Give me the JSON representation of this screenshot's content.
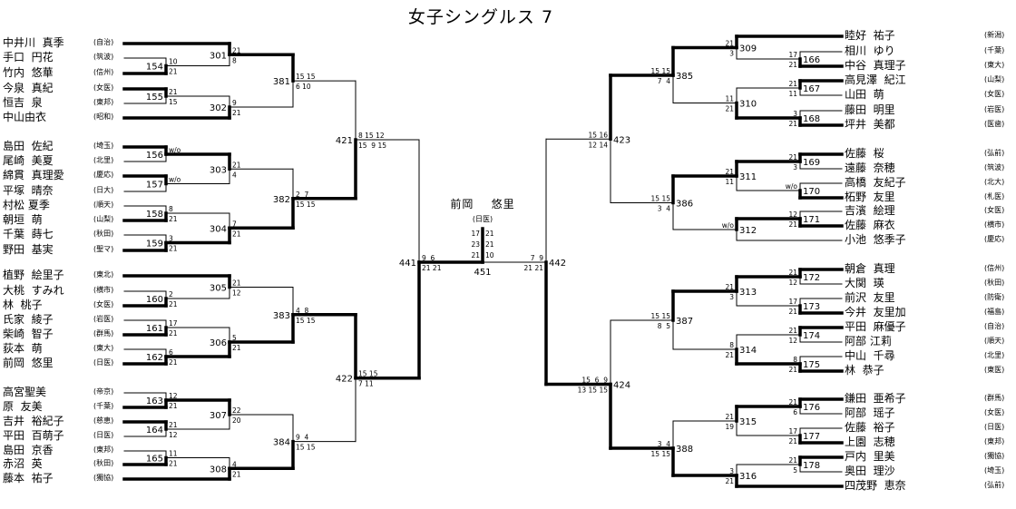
{
  "title": "女子シングルス 7",
  "left_players": [
    {
      "name": "中井川  真季",
      "school": "(自治)"
    },
    {
      "name": "手口  円花",
      "school": "(筑波)"
    },
    {
      "name": "竹内  悠華",
      "school": "(信州)"
    },
    {
      "name": "今泉  真紀",
      "school": "(女医)"
    },
    {
      "name": "恒吉  泉",
      "school": "(東邦)"
    },
    {
      "name": "中山由衣",
      "school": "(昭和)"
    },
    {
      "name": "島田  佐紀",
      "school": "(埼玉)"
    },
    {
      "name": "尾崎  美夏",
      "school": "(北里)"
    },
    {
      "name": "綿貫  真理愛",
      "school": "(慶応)"
    },
    {
      "name": "平塚  晴奈",
      "school": "(日大)"
    },
    {
      "name": "村松 夏季",
      "school": "(順天)"
    },
    {
      "name": "朝垣  萌",
      "school": "(山梨)"
    },
    {
      "name": "千葉  蒔七",
      "school": "(秋田)"
    },
    {
      "name": "野田  基実",
      "school": "(聖マ)"
    },
    {
      "name": "植野  絵里子",
      "school": "(東北)"
    },
    {
      "name": "大桃  すみれ",
      "school": "(横市)"
    },
    {
      "name": "林  桃子",
      "school": "(女医)"
    },
    {
      "name": "氏家  綾子",
      "school": "(岩医)"
    },
    {
      "name": "柴崎  智子",
      "school": "(群馬)"
    },
    {
      "name": "荻本  萌",
      "school": "(東大)"
    },
    {
      "name": "前岡  悠里",
      "school": "(日医)"
    },
    {
      "name": "高宮聖美",
      "school": "(帝京)"
    },
    {
      "name": "原  友美",
      "school": "(千葉)"
    },
    {
      "name": "吉井  裕紀子",
      "school": "(慈恵)"
    },
    {
      "name": "平田  百萌子",
      "school": "(日医)"
    },
    {
      "name": "島田  京香",
      "school": "(東邦)"
    },
    {
      "name": "赤沼  英",
      "school": "(秋田)"
    },
    {
      "name": "藤本  祐子",
      "school": "(獨協)"
    }
  ],
  "right_players": [
    {
      "name": "睦好  祐子",
      "school": "(新潟)"
    },
    {
      "name": "相川  ゆり",
      "school": "(千葉)"
    },
    {
      "name": "中谷  真理子",
      "school": "(東大)"
    },
    {
      "name": "高見澤  紀江",
      "school": "(山梨)"
    },
    {
      "name": "山田  萌",
      "school": "(女医)"
    },
    {
      "name": "藤田  明里",
      "school": "(岩医)"
    },
    {
      "name": "坪井  美都",
      "school": "(医歯)"
    },
    {
      "name": "佐藤  桜",
      "school": "(弘前)"
    },
    {
      "name": "遠藤  奈穂",
      "school": "(筑波)"
    },
    {
      "name": "高橋  友紀子",
      "school": "(北大)"
    },
    {
      "name": "柘野  友里",
      "school": "(札医)"
    },
    {
      "name": "吉濱  絵理",
      "school": "(女医)"
    },
    {
      "name": "佐藤  麻衣",
      "school": "(横市)"
    },
    {
      "name": "小池  悠季子",
      "school": "(慶応)"
    },
    {
      "name": "朝倉  真理",
      "school": "(信州)"
    },
    {
      "name": "大関  瑛",
      "school": "(秋田)"
    },
    {
      "name": "前沢  友里",
      "school": "(防衛)"
    },
    {
      "name": "今井  友里加",
      "school": "(福島)"
    },
    {
      "name": "平田  麻優子",
      "school": "(自治)"
    },
    {
      "name": "阿部 江莉",
      "school": "(順天)"
    },
    {
      "name": "中山  千尋",
      "school": "(北里)"
    },
    {
      "name": "林  恭子",
      "school": "(東医)"
    },
    {
      "name": "鎌田  亜希子",
      "school": "(群馬)"
    },
    {
      "name": "阿部  瑶子",
      "school": "(女医)"
    },
    {
      "name": "佐藤  裕子",
      "school": "(日医)"
    },
    {
      "name": "上園  志穂",
      "school": "(東邦)"
    },
    {
      "name": "戸内  里美",
      "school": "(獨協)"
    },
    {
      "name": "奥田  理沙",
      "school": "(埼玉)"
    },
    {
      "name": "四茂野  恵奈",
      "school": "(弘前)"
    }
  ],
  "matches": {
    "154": {
      "label": "154",
      "top": "10",
      "bottom": "21"
    },
    "155": {
      "label": "155",
      "top": "21",
      "bottom": "15"
    },
    "301": {
      "label": "301",
      "top": "21",
      "bottom": "8"
    },
    "302": {
      "label": "302",
      "top": "9",
      "bottom": "21"
    },
    "156": {
      "label": "156",
      "top": "w/o",
      "bottom": ""
    },
    "157": {
      "label": "157",
      "top": "w/o",
      "bottom": ""
    },
    "303": {
      "label": "303",
      "top": "21",
      "bottom": "4"
    },
    "158": {
      "label": "158",
      "top": "8",
      "bottom": "21"
    },
    "159": {
      "label": "159",
      "top": "3",
      "bottom": "21"
    },
    "304": {
      "label": "304",
      "top": "7",
      "bottom": "21"
    },
    "381": {
      "label": "381",
      "top": "15 15",
      "bottom": "6 10"
    },
    "382": {
      "label": "382",
      "top": "2  7",
      "bottom": "15 15"
    },
    "421": {
      "label": "421",
      "top": "8 15 12",
      "bottom": "15  9 15"
    },
    "160": {
      "label": "160",
      "top": "2",
      "bottom": "21"
    },
    "305": {
      "label": "305",
      "top": "21",
      "bottom": "12"
    },
    "161": {
      "label": "161",
      "top": "17",
      "bottom": "21"
    },
    "162": {
      "label": "162",
      "top": "6",
      "bottom": "21"
    },
    "306": {
      "label": "306",
      "top": "5",
      "bottom": "21"
    },
    "383": {
      "label": "383",
      "top": "4  8",
      "bottom": "15 15"
    },
    "163": {
      "label": "163",
      "top": "12",
      "bottom": "21"
    },
    "164": {
      "label": "164",
      "top": "21",
      "bottom": "12"
    },
    "307": {
      "label": "307",
      "top": "22",
      "bottom": "20"
    },
    "165": {
      "label": "165",
      "top": "11",
      "bottom": "21"
    },
    "308": {
      "label": "308",
      "top": "4",
      "bottom": "21"
    },
    "384": {
      "label": "384",
      "top": "9  4",
      "bottom": "15 15"
    },
    "422": {
      "label": "422",
      "top": "15 15",
      "bottom": "7 11"
    },
    "441": {
      "label": "441",
      "top": "9  6",
      "bottom": "21 21"
    },
    "166": {
      "label": "166",
      "top": "17",
      "bottom": "21"
    },
    "309": {
      "label": "309",
      "top": "21",
      "bottom": "3"
    },
    "167": {
      "label": "167",
      "top": "21",
      "bottom": "11"
    },
    "168": {
      "label": "168",
      "top": "3",
      "bottom": "21"
    },
    "310": {
      "label": "310",
      "top": "11",
      "bottom": "21"
    },
    "385": {
      "label": "385",
      "top": "15 15",
      "bottom": "7  4"
    },
    "169": {
      "label": "169",
      "top": "21",
      "bottom": "3"
    },
    "170": {
      "label": "170",
      "top": "w/o",
      "bottom": ""
    },
    "311": {
      "label": "311",
      "top": "21",
      "bottom": "11"
    },
    "171": {
      "label": "171",
      "top": "12",
      "bottom": "21"
    },
    "312": {
      "label": "312",
      "top": "w/o",
      "bottom": ""
    },
    "386": {
      "label": "386",
      "top": "15 15",
      "bottom": "3  4"
    },
    "423": {
      "label": "423",
      "top": "15 16",
      "bottom": "12 14"
    },
    "172": {
      "label": "172",
      "top": "21",
      "bottom": "12"
    },
    "173": {
      "label": "173",
      "top": "17",
      "bottom": "21"
    },
    "313": {
      "label": "313",
      "top": "21",
      "bottom": "3"
    },
    "174": {
      "label": "174",
      "top": "21",
      "bottom": "12"
    },
    "175": {
      "label": "175",
      "top": "8",
      "bottom": "21"
    },
    "314": {
      "label": "314",
      "top": "8",
      "bottom": "21"
    },
    "387": {
      "label": "387",
      "top": "15 15",
      "bottom": "8  5"
    },
    "176": {
      "label": "176",
      "top": "21",
      "bottom": "6"
    },
    "177": {
      "label": "177",
      "top": "17",
      "bottom": "21"
    },
    "315": {
      "label": "315",
      "top": "21",
      "bottom": "19"
    },
    "178": {
      "label": "178",
      "top": "21",
      "bottom": "5"
    },
    "316": {
      "label": "316",
      "top": "3",
      "bottom": "21"
    },
    "388": {
      "label": "388",
      "top": "3  4",
      "bottom": "15 15"
    },
    "424": {
      "label": "424",
      "top": "15  6  9",
      "bottom": "13 15 15"
    },
    "442": {
      "label": "442",
      "top": "7  9",
      "bottom": "21 21"
    }
  },
  "final": {
    "label": "451",
    "winner_name": "前岡    悠里",
    "winner_school": "(日医)",
    "games": [
      {
        "left": "17",
        "right": "21"
      },
      {
        "left": "23",
        "right": "21"
      },
      {
        "left": "21",
        "right": "10"
      }
    ]
  }
}
